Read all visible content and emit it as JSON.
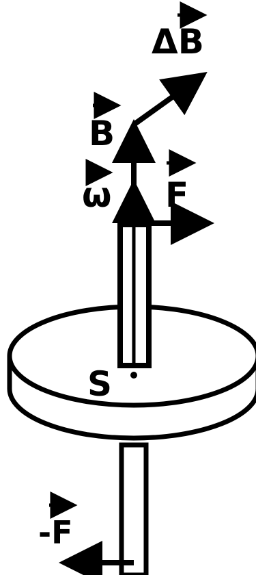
{
  "labels": {
    "delta_b": "ΔB",
    "b": "B",
    "omega": "ω",
    "f": "F",
    "s": "S",
    "neg_f": "-F"
  },
  "colors": {
    "ink": "#000000",
    "paper": "#ffffff"
  }
}
